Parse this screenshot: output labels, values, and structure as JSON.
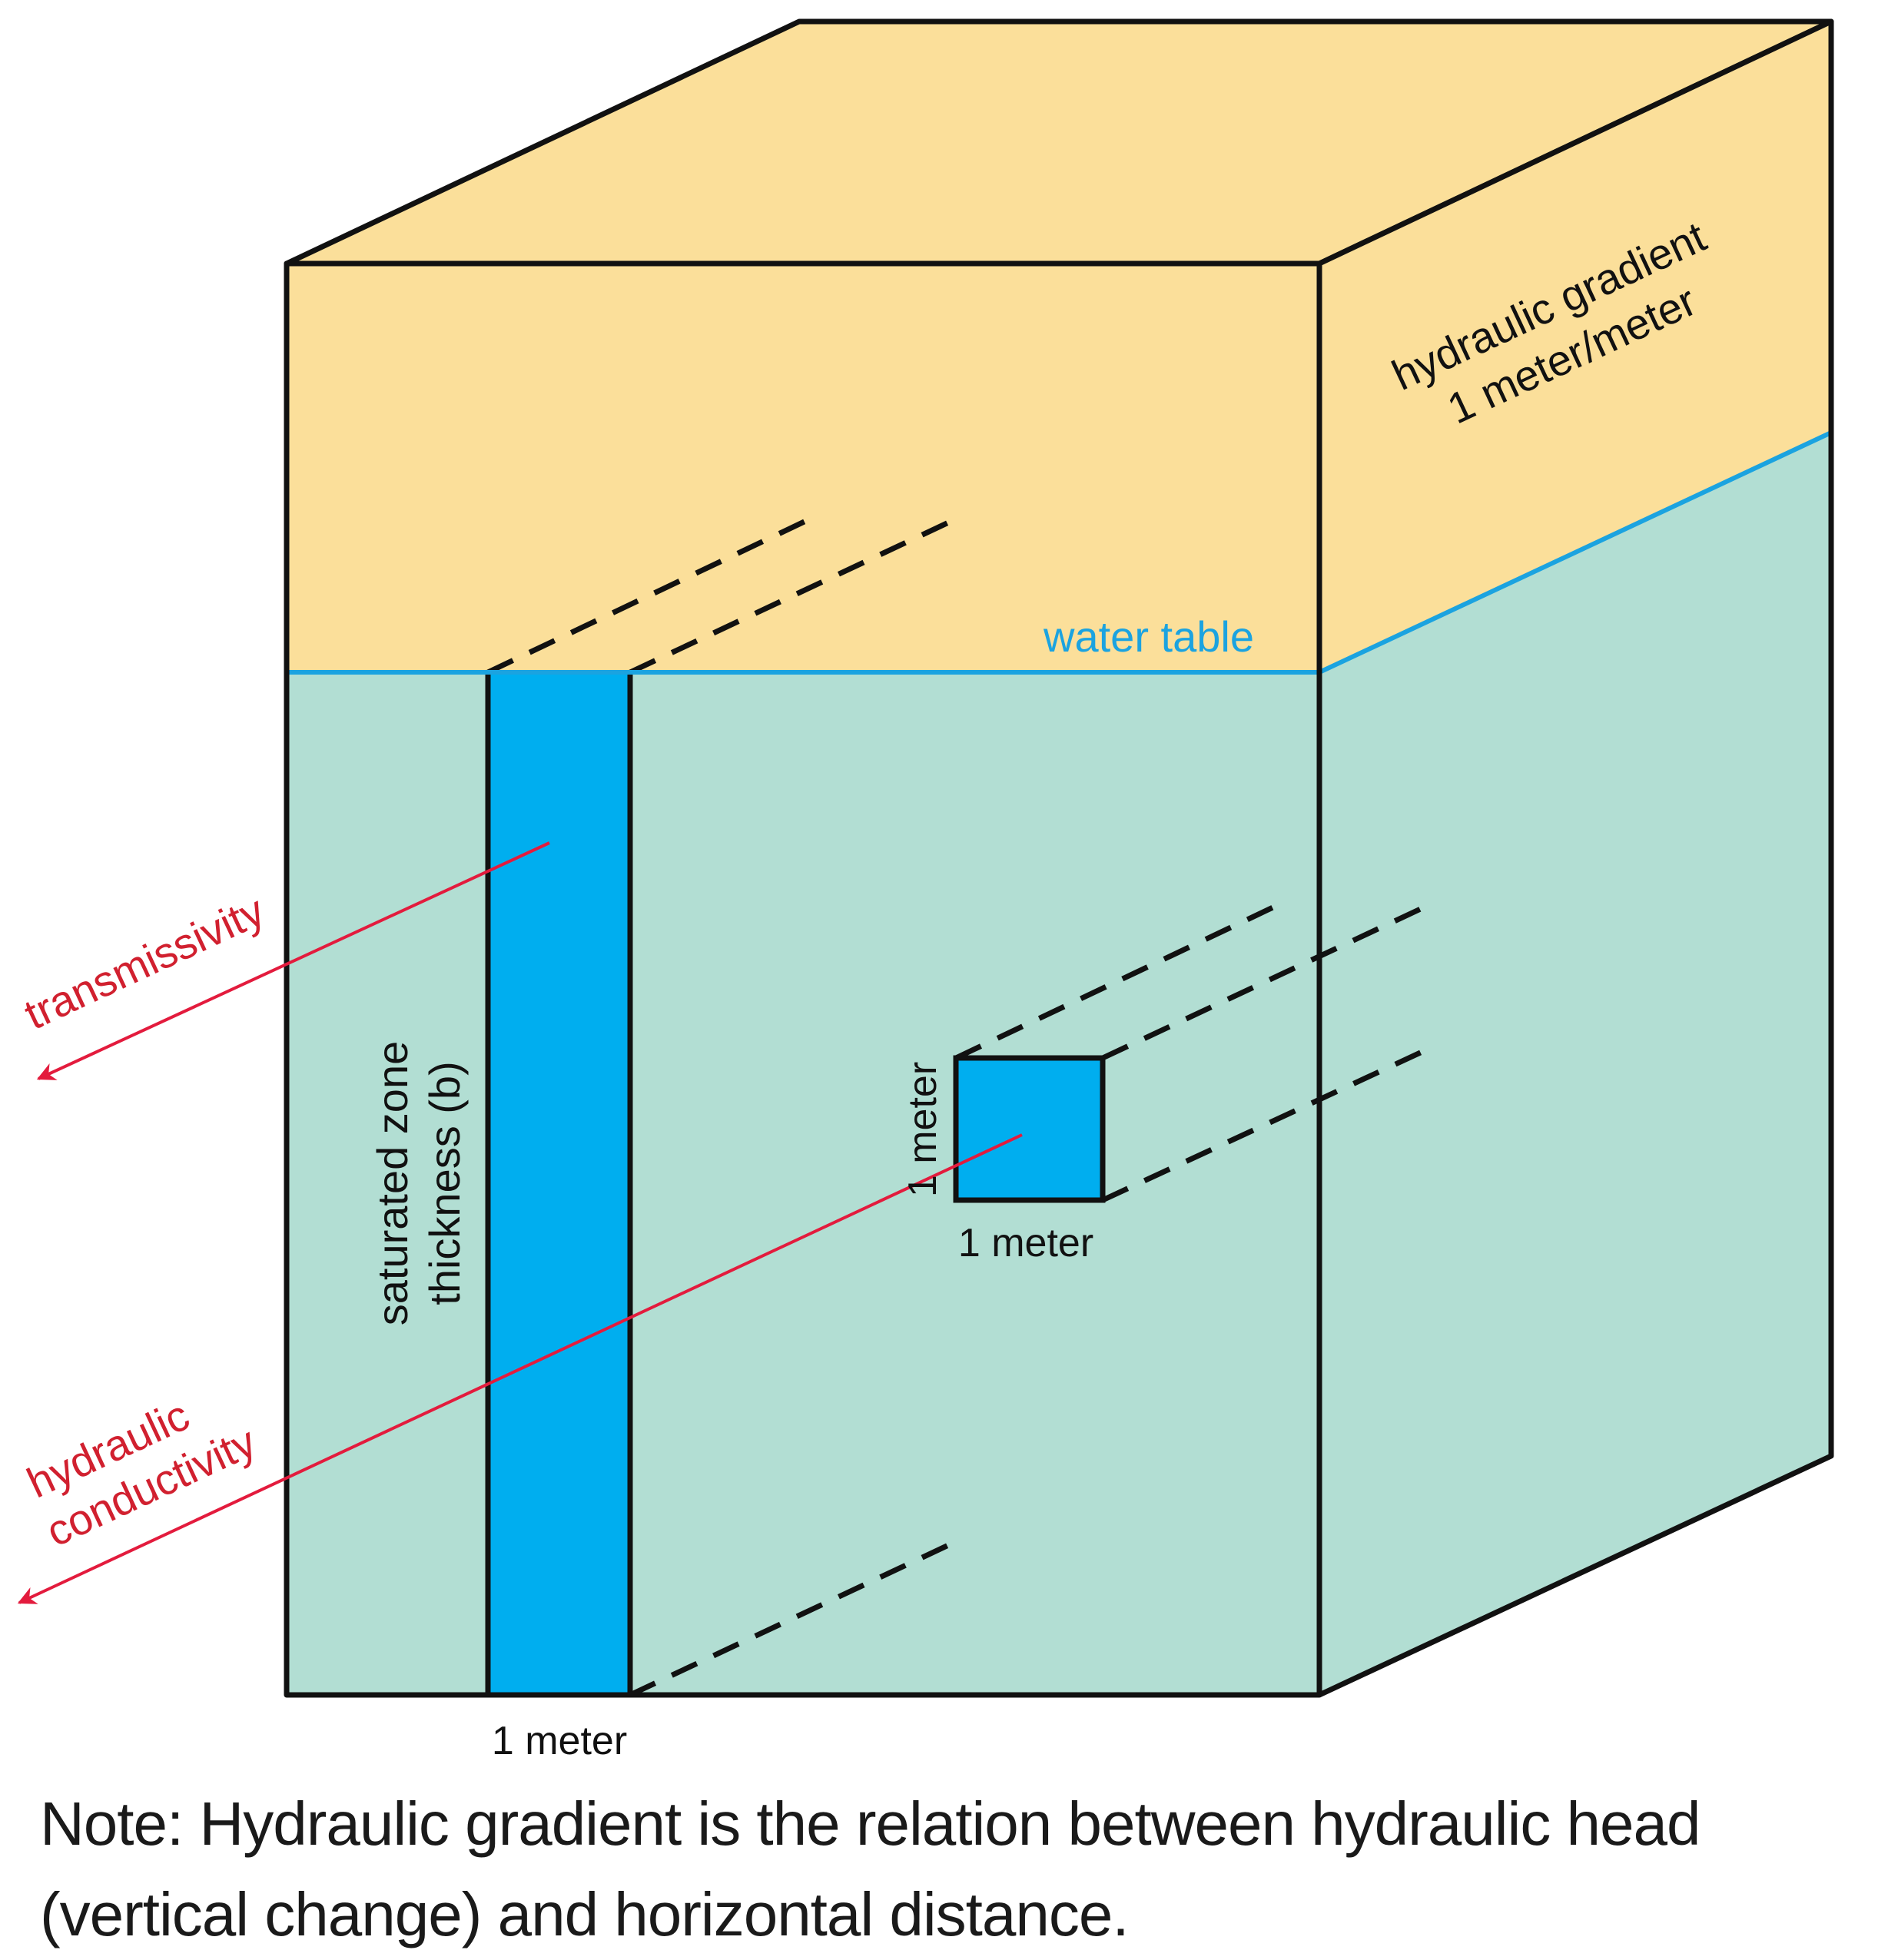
{
  "labels": {
    "water_table": "water table",
    "hydraulic_gradient_line1": "hydraulic gradient",
    "hydraulic_gradient_line2": "1 meter/meter",
    "transmissivity": "transmissivity",
    "hydraulic_conductivity_line1": "hydraulic",
    "hydraulic_conductivity_line2": "conductivity",
    "saturated_zone_line1": "saturated zone",
    "saturated_zone_line2": "thickness (b)",
    "column_width": "1 meter",
    "cube_height": "1 meter",
    "cube_width": "1 meter"
  },
  "note": "Note: Hydraulic gradient is the relation between hydraulic head (vertical change) and horizontal distance.",
  "colors": {
    "unsaturated_zone": "#FBDF9A",
    "saturated_zone": "#B2DED3",
    "water_blue": "#00AEEF",
    "water_table_line": "#1BA3E0",
    "arrow_red": "#E31B3D",
    "label_red": "#D1202F",
    "outline": "#111111"
  }
}
